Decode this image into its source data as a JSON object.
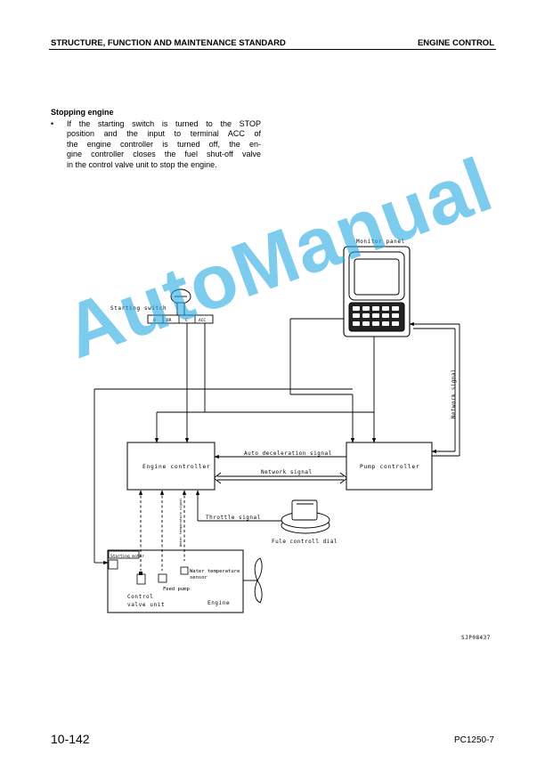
{
  "header": {
    "left_title": "STRUCTURE, FUNCTION AND MAINTENANCE STANDARD",
    "right_title": "ENGINE CONTROL"
  },
  "section": {
    "title": "Stopping engine",
    "bullet": "•",
    "lines": [
      "If the starting switch is turned to the STOP",
      "position and the input to terminal ACC of",
      "the engine controller is turned off, the en-",
      "gine controller closes the fuel shut-off valve",
      "in the control valve unit to stop the engine."
    ]
  },
  "diagram": {
    "monitor_panel": "Monitor panel",
    "starting_switch": "Starting switch",
    "terminals": [
      "B",
      "BR",
      "C",
      "ACC"
    ],
    "network_signal_vertical": "Network signal",
    "auto_decel_signal": "Auto deceleration signal",
    "network_signal": "Network signal",
    "engine_controller": "Engine controller",
    "pump_controller": "Pump controller",
    "water_temp_vertical": "Water temperature signal",
    "throttle_signal": "Throttle signal",
    "fuel_dial": "Fule controll dial",
    "starting_motor": "Starting motor",
    "water_temp_sensor_1": "Water temperature",
    "water_temp_sensor_2": "sensor",
    "feed_pump": "Feed pump",
    "control_valve_1": "Control",
    "control_valve_2": "valve unit",
    "engine": "Engine",
    "figure_code": "SJP08437"
  },
  "watermark": "AutoManual",
  "footer": {
    "page_number": "10-142",
    "model": "PC1250-7"
  }
}
